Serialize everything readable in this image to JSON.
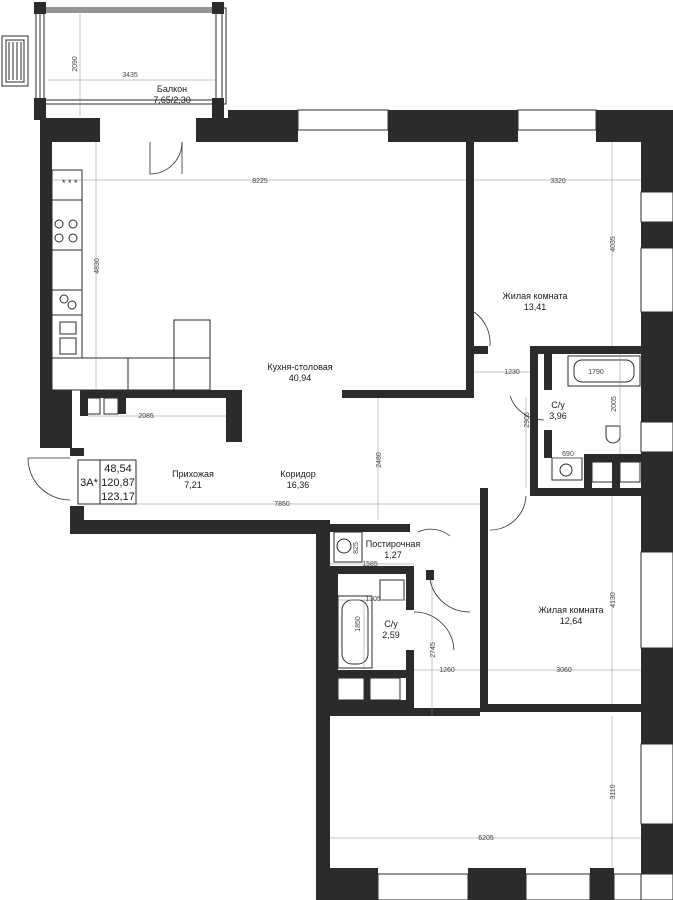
{
  "rooms": {
    "balcony": {
      "name": "Балкон",
      "area": "7,65/2,30"
    },
    "kitchen": {
      "name": "Кухня-столовая",
      "area": "40,94"
    },
    "bedroom1": {
      "name": "Жилая комната",
      "area": "13,41"
    },
    "bath1": {
      "name": "С/у",
      "area": "3,96"
    },
    "hall": {
      "name": "Прихожая",
      "area": "7,21"
    },
    "corridor": {
      "name": "Коридор",
      "area": "16,36"
    },
    "laundry": {
      "name": "Постирочная",
      "area": "1,27"
    },
    "bath2": {
      "name": "С/у",
      "area": "2,59"
    },
    "bedroom2": {
      "name": "Жилая комната",
      "area": "12,64"
    }
  },
  "badge": {
    "type": "3А*",
    "living": "48,54",
    "total": "120,87",
    "total_balcony": "123,17"
  },
  "dims": {
    "d3435": "3435",
    "d2090": "2090",
    "d8225": "8225",
    "d3320": "3320",
    "d4830": "4830",
    "d4035": "4035",
    "d1230": "1230",
    "d1790": "1790",
    "d2005": "2005",
    "d2085": "2085",
    "d2480": "2480",
    "d2905": "2905",
    "d690": "690",
    "d7850": "7850",
    "d825": "825",
    "d1585": "1585",
    "d1305": "1305",
    "d1850": "1850",
    "d2745": "2745",
    "d1260": "1260",
    "d3060": "3060",
    "d4130": "4130",
    "d3110": "3110",
    "d6205": "6205"
  }
}
